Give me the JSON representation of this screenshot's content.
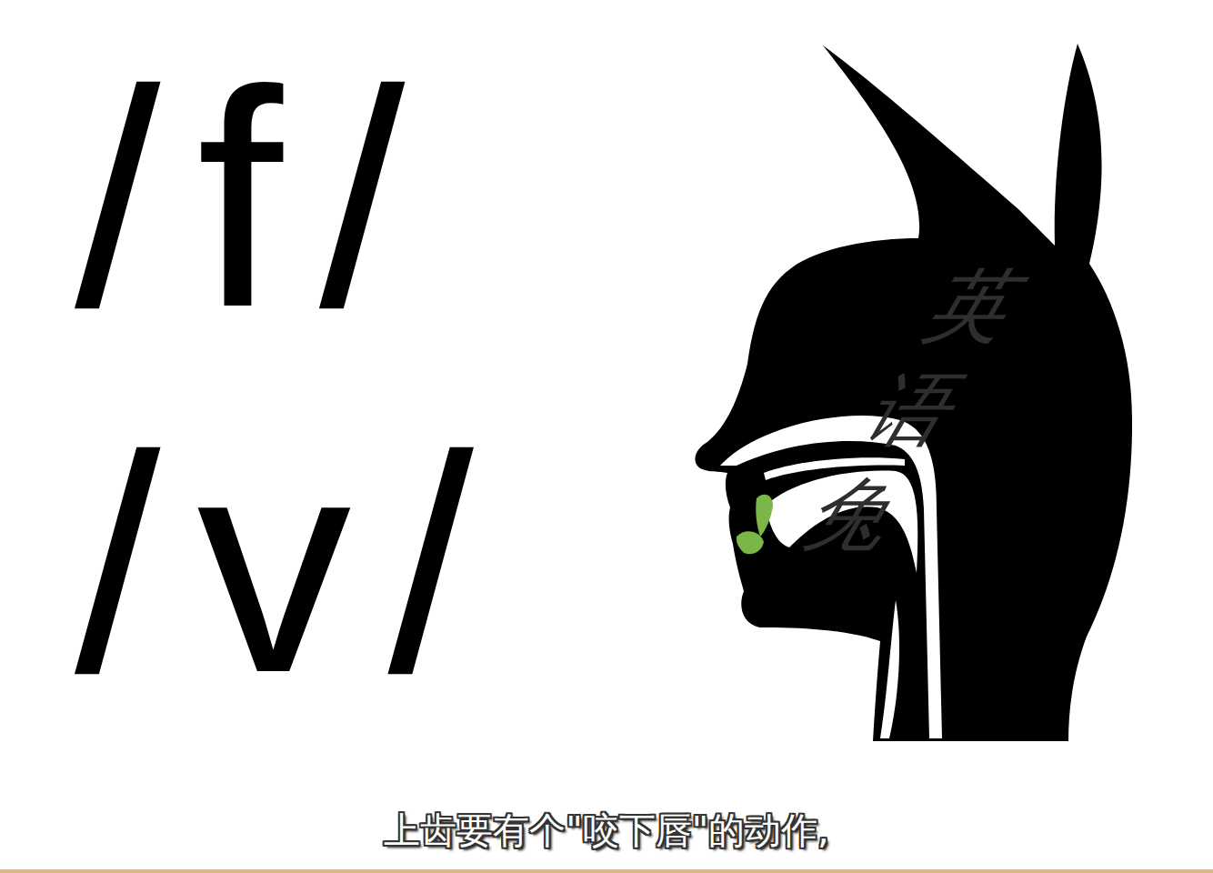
{
  "diagram": {
    "caption": "上齿要有个\"咬下唇\"的动作,",
    "labels": [
      "/f/",
      "/v/",
      "英语兔"
    ]
  }
}
